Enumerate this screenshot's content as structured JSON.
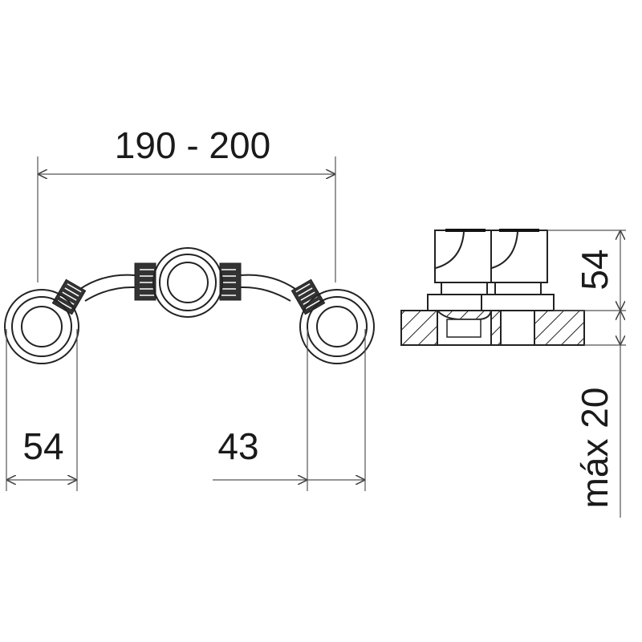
{
  "dimensions": {
    "total_width": "190 - 200",
    "outlet_diameter": "54",
    "spacing": "43",
    "height": "54",
    "max_depth": "máx 20"
  },
  "colors": {
    "line": "#222222",
    "background": "#ffffff"
  }
}
